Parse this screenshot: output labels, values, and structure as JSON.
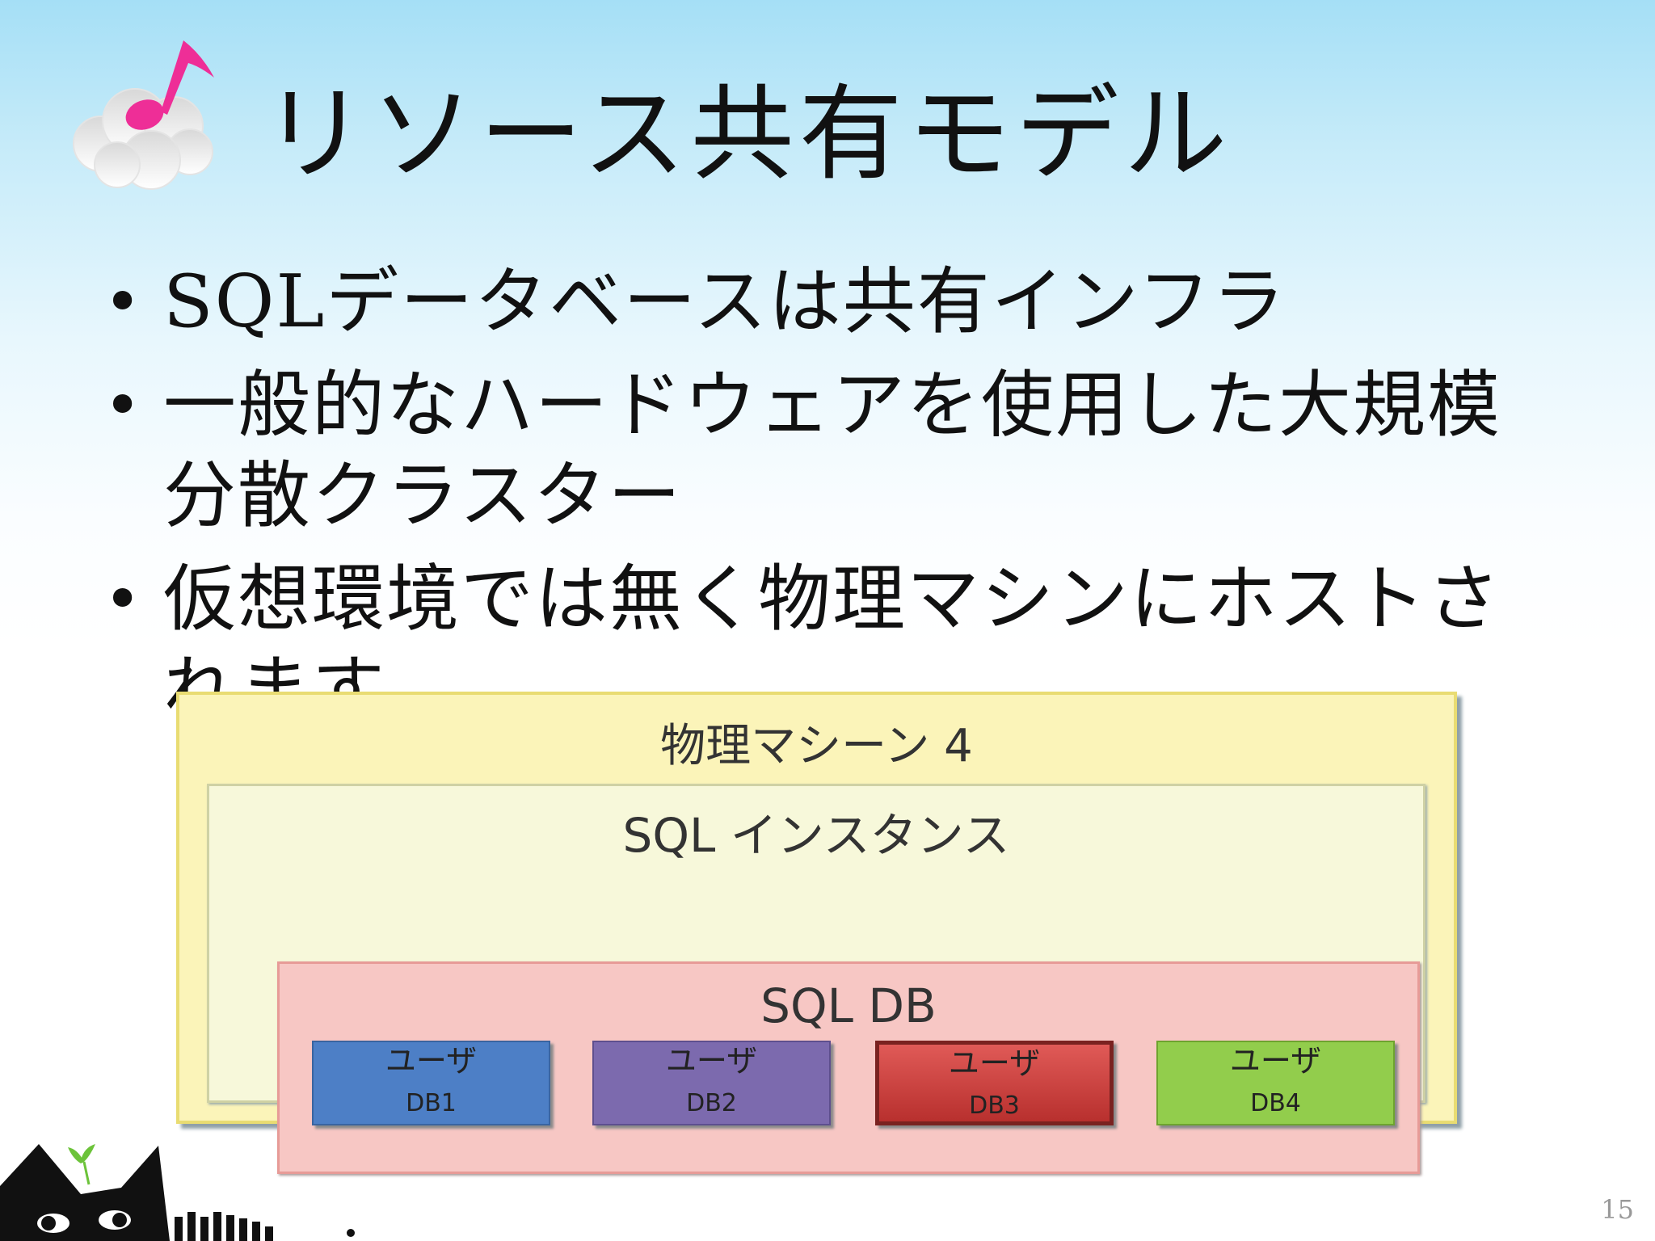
{
  "slide": {
    "title": "リソース共有モデル",
    "bullet_glyph": "•",
    "bullets": [
      {
        "text": "SQLデータベースは共有インフラ"
      },
      {
        "text": "一般的なハードウェアを使用した大規模分散クラスター"
      },
      {
        "text": "仮想環境では無く物理マシンにホストされます"
      }
    ],
    "page_number": "15",
    "colors": {
      "background_top": "#a5dff6",
      "background_bottom": "#ffffff",
      "note": "#ee2e97",
      "outer_box": "#fbf4b9",
      "instance_box": "#f7f8da",
      "db_box": "#f7c7c4",
      "db1": "#4d7fc6",
      "db2": "#7c6aae",
      "db3": "#cf4240",
      "db4": "#92cd4c"
    }
  },
  "diagram": {
    "machine_label": "物理マシーン 4",
    "instance_label": "SQL インスタンス",
    "db_label": "SQL DB",
    "user_dbs": [
      {
        "line1": "ユーザ",
        "line2": "DB1",
        "color": "#4d7fc6"
      },
      {
        "line1": "ユーザ",
        "line2": "DB2",
        "color": "#7c6aae"
      },
      {
        "line1": "ユーザ",
        "line2": "DB3",
        "color": "#cf4240"
      },
      {
        "line1": "ユーザ",
        "line2": "DB4",
        "color": "#92cd4c"
      }
    ]
  },
  "icons": {
    "title_icon": "music-note-cloud-icon",
    "mascot": "black-cat-sprout-icon"
  }
}
